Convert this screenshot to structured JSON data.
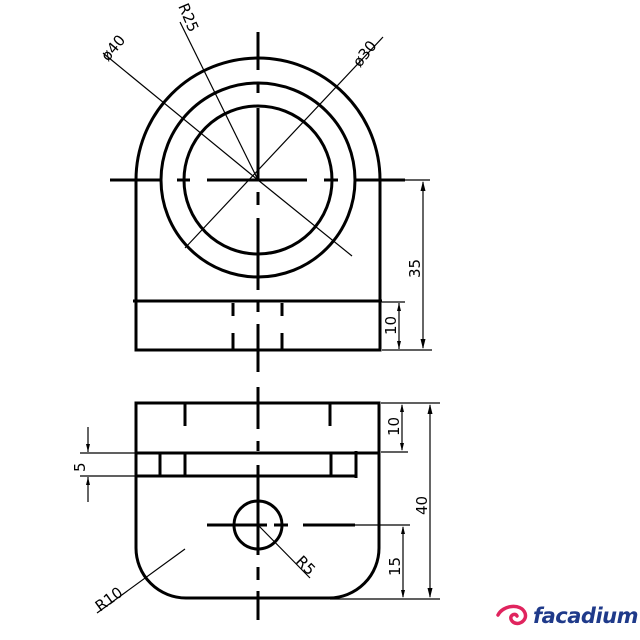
{
  "drawing": {
    "top_view": {
      "dimensions": {
        "outer_diameter": "ø40",
        "radius": "R25",
        "inner_diameter": "ø30",
        "height_to_center": "35",
        "base_thickness": "10"
      }
    },
    "front_view": {
      "dimensions": {
        "top_thickness": "10",
        "slot_height": "5",
        "overall_height": "40",
        "hole_height": "15",
        "corner_radius": "R10",
        "hole_radius": "R5"
      }
    }
  },
  "logo": {
    "text": "facadium",
    "icon": "swirl-icon",
    "colors": {
      "swirl": "#e0245e",
      "text": "#1f3a8a"
    }
  }
}
